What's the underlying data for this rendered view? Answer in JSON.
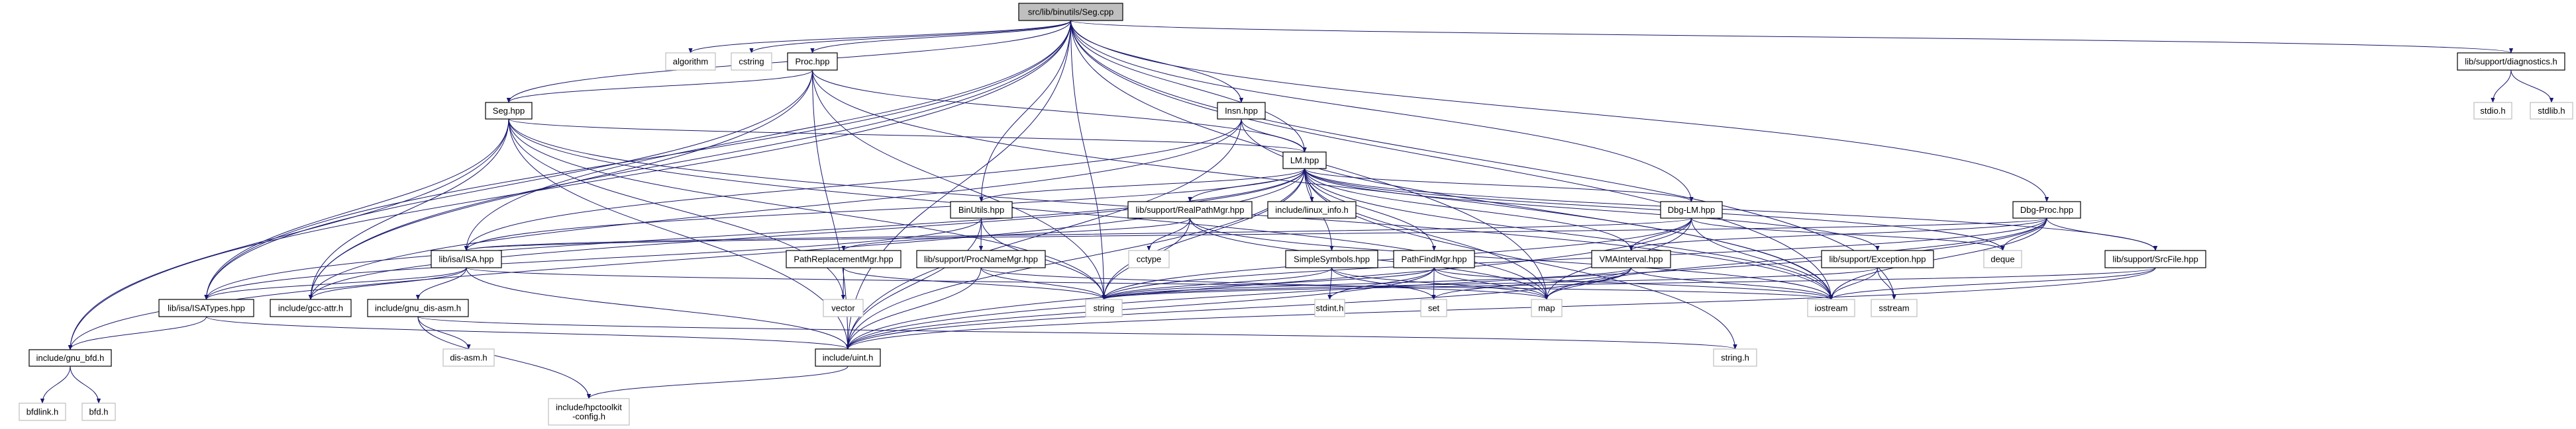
{
  "diagram": {
    "type": "include-dependency-graph",
    "colors": {
      "edge": "#191970",
      "root_fill": "#bfbfbf",
      "node_border": "#000000",
      "external_border": "#bfbfbf"
    },
    "nodes": [
      {
        "id": "seg_cpp",
        "label": "src/lib/binutils/Seg.cpp",
        "kind": "root"
      },
      {
        "id": "algorithm",
        "label": "algorithm",
        "kind": "external"
      },
      {
        "id": "cstring",
        "label": "cstring",
        "kind": "external"
      },
      {
        "id": "proc_hpp",
        "label": "Proc.hpp",
        "kind": "local"
      },
      {
        "id": "seg_hpp",
        "label": "Seg.hpp",
        "kind": "local"
      },
      {
        "id": "insn_hpp",
        "label": "Insn.hpp",
        "kind": "local"
      },
      {
        "id": "lm_hpp",
        "label": "LM.hpp",
        "kind": "local"
      },
      {
        "id": "diagnostics_h",
        "label": "lib/support/diagnostics.h",
        "kind": "local"
      },
      {
        "id": "stdio_h",
        "label": "stdio.h",
        "kind": "external"
      },
      {
        "id": "stdlib_h",
        "label": "stdlib.h",
        "kind": "external"
      },
      {
        "id": "binutils_hpp",
        "label": "BinUtils.hpp",
        "kind": "local"
      },
      {
        "id": "realpathmgr",
        "label": "lib/support/RealPathMgr.hpp",
        "kind": "local"
      },
      {
        "id": "linux_info",
        "label": "include/linux_info.h",
        "kind": "local"
      },
      {
        "id": "dbg_lm",
        "label": "Dbg-LM.hpp",
        "kind": "local"
      },
      {
        "id": "dbg_proc",
        "label": "Dbg-Proc.hpp",
        "kind": "local"
      },
      {
        "id": "isa_hpp",
        "label": "lib/isa/ISA.hpp",
        "kind": "local"
      },
      {
        "id": "pathreplmgr",
        "label": "PathReplacementMgr.hpp",
        "kind": "local"
      },
      {
        "id": "procnamemgr",
        "label": "lib/support/ProcNameMgr.hpp",
        "kind": "local"
      },
      {
        "id": "cctype",
        "label": "cctype",
        "kind": "external"
      },
      {
        "id": "simplesymbols",
        "label": "SimpleSymbols.hpp",
        "kind": "local"
      },
      {
        "id": "pathfindmgr",
        "label": "PathFindMgr.hpp",
        "kind": "local"
      },
      {
        "id": "vmainterval",
        "label": "VMAInterval.hpp",
        "kind": "local"
      },
      {
        "id": "exception_hpp",
        "label": "lib/support/Exception.hpp",
        "kind": "local"
      },
      {
        "id": "deque",
        "label": "deque",
        "kind": "external"
      },
      {
        "id": "srcfile",
        "label": "lib/support/SrcFile.hpp",
        "kind": "local"
      },
      {
        "id": "isatypes",
        "label": "lib/isa/ISATypes.hpp",
        "kind": "local"
      },
      {
        "id": "gcc_attr",
        "label": "include/gcc-attr.h",
        "kind": "local"
      },
      {
        "id": "gnu_dis_asm",
        "label": "include/gnu_dis-asm.h",
        "kind": "local"
      },
      {
        "id": "vector",
        "label": "vector",
        "kind": "external"
      },
      {
        "id": "string",
        "label": "string",
        "kind": "external"
      },
      {
        "id": "stdint_h",
        "label": "stdint.h",
        "kind": "external"
      },
      {
        "id": "set",
        "label": "set",
        "kind": "external"
      },
      {
        "id": "map",
        "label": "map",
        "kind": "external"
      },
      {
        "id": "iostream",
        "label": "iostream",
        "kind": "external"
      },
      {
        "id": "sstream",
        "label": "sstream",
        "kind": "external"
      },
      {
        "id": "gnu_bfd",
        "label": "include/gnu_bfd.h",
        "kind": "local"
      },
      {
        "id": "dis_asm_h",
        "label": "dis-asm.h",
        "kind": "external"
      },
      {
        "id": "uint_h",
        "label": "include/uint.h",
        "kind": "local"
      },
      {
        "id": "string_h",
        "label": "string.h",
        "kind": "external"
      },
      {
        "id": "bfdlink_h",
        "label": "bfdlink.h",
        "kind": "external"
      },
      {
        "id": "bfd_h",
        "label": "bfd.h",
        "kind": "external"
      },
      {
        "id": "hpctoolkit_config",
        "label": "include/hpctoolkit-config.h",
        "label_lines": [
          "include/hpctoolkit",
          "-config.h"
        ],
        "kind": "external"
      }
    ],
    "edges": [
      [
        "seg_cpp",
        "algorithm"
      ],
      [
        "seg_cpp",
        "cstring"
      ],
      [
        "seg_cpp",
        "proc_hpp"
      ],
      [
        "seg_cpp",
        "seg_hpp"
      ],
      [
        "seg_cpp",
        "insn_hpp"
      ],
      [
        "seg_cpp",
        "lm_hpp"
      ],
      [
        "seg_cpp",
        "diagnostics_h"
      ],
      [
        "seg_cpp",
        "binutils_hpp"
      ],
      [
        "seg_cpp",
        "dbg_lm"
      ],
      [
        "seg_cpp",
        "dbg_proc"
      ],
      [
        "seg_cpp",
        "isa_hpp"
      ],
      [
        "seg_cpp",
        "isatypes"
      ],
      [
        "seg_cpp",
        "gcc_attr"
      ],
      [
        "seg_cpp",
        "string"
      ],
      [
        "seg_cpp",
        "map"
      ],
      [
        "seg_cpp",
        "iostream"
      ],
      [
        "seg_cpp",
        "sstream"
      ],
      [
        "seg_cpp",
        "gnu_bfd"
      ],
      [
        "seg_cpp",
        "uint_h"
      ],
      [
        "proc_hpp",
        "seg_hpp"
      ],
      [
        "proc_hpp",
        "lm_hpp"
      ],
      [
        "proc_hpp",
        "isatypes"
      ],
      [
        "proc_hpp",
        "gcc_attr"
      ],
      [
        "proc_hpp",
        "string"
      ],
      [
        "proc_hpp",
        "iostream"
      ],
      [
        "proc_hpp",
        "uint_h"
      ],
      [
        "seg_hpp",
        "lm_hpp"
      ],
      [
        "seg_hpp",
        "isatypes"
      ],
      [
        "seg_hpp",
        "gcc_attr"
      ],
      [
        "seg_hpp",
        "gnu_bfd"
      ],
      [
        "seg_hpp",
        "string"
      ],
      [
        "seg_hpp",
        "vector"
      ],
      [
        "seg_hpp",
        "uint_h"
      ],
      [
        "seg_hpp",
        "iostream"
      ],
      [
        "seg_hpp",
        "map"
      ],
      [
        "insn_hpp",
        "lm_hpp"
      ],
      [
        "insn_hpp",
        "isa_hpp"
      ],
      [
        "insn_hpp",
        "gcc_attr"
      ],
      [
        "insn_hpp",
        "iostream"
      ],
      [
        "insn_hpp",
        "uint_h"
      ],
      [
        "lm_hpp",
        "binutils_hpp"
      ],
      [
        "lm_hpp",
        "realpathmgr"
      ],
      [
        "lm_hpp",
        "linux_info"
      ],
      [
        "lm_hpp",
        "dbg_lm"
      ],
      [
        "lm_hpp",
        "isa_hpp"
      ],
      [
        "lm_hpp",
        "simplesymbols"
      ],
      [
        "lm_hpp",
        "pathfindmgr"
      ],
      [
        "lm_hpp",
        "vmainterval"
      ],
      [
        "lm_hpp",
        "exception_hpp"
      ],
      [
        "lm_hpp",
        "srcfile"
      ],
      [
        "lm_hpp",
        "deque"
      ],
      [
        "lm_hpp",
        "isatypes"
      ],
      [
        "lm_hpp",
        "gcc_attr"
      ],
      [
        "lm_hpp",
        "gnu_bfd"
      ],
      [
        "lm_hpp",
        "string"
      ],
      [
        "lm_hpp",
        "map"
      ],
      [
        "lm_hpp",
        "iostream"
      ],
      [
        "lm_hpp",
        "uint_h"
      ],
      [
        "lm_hpp",
        "string_h"
      ],
      [
        "diagnostics_h",
        "stdio_h"
      ],
      [
        "diagnostics_h",
        "stdlib_h"
      ],
      [
        "binutils_hpp",
        "procnamemgr"
      ],
      [
        "binutils_hpp",
        "isatypes"
      ],
      [
        "binutils_hpp",
        "uint_h"
      ],
      [
        "binutils_hpp",
        "string"
      ],
      [
        "realpathmgr",
        "pathreplmgr"
      ],
      [
        "realpathmgr",
        "cctype"
      ],
      [
        "realpathmgr",
        "string"
      ],
      [
        "realpathmgr",
        "map"
      ],
      [
        "realpathmgr",
        "iostream"
      ],
      [
        "dbg_lm",
        "vmainterval"
      ],
      [
        "dbg_lm",
        "isa_hpp"
      ],
      [
        "dbg_lm",
        "string"
      ],
      [
        "dbg_lm",
        "map"
      ],
      [
        "dbg_lm",
        "iostream"
      ],
      [
        "dbg_lm",
        "deque"
      ],
      [
        "dbg_lm",
        "uint_h"
      ],
      [
        "dbg_proc",
        "deque"
      ],
      [
        "dbg_proc",
        "srcfile"
      ],
      [
        "dbg_proc",
        "vmainterval"
      ],
      [
        "dbg_proc",
        "isa_hpp"
      ],
      [
        "dbg_proc",
        "string"
      ],
      [
        "dbg_proc",
        "map"
      ],
      [
        "dbg_proc",
        "iostream"
      ],
      [
        "dbg_proc",
        "uint_h"
      ],
      [
        "isa_hpp",
        "isatypes"
      ],
      [
        "isa_hpp",
        "gcc_attr"
      ],
      [
        "isa_hpp",
        "gnu_dis_asm"
      ],
      [
        "isa_hpp",
        "uint_h"
      ],
      [
        "isa_hpp",
        "iostream"
      ],
      [
        "pathreplmgr",
        "vector"
      ],
      [
        "pathreplmgr",
        "string"
      ],
      [
        "procnamemgr",
        "string"
      ],
      [
        "procnamemgr",
        "map"
      ],
      [
        "procnamemgr",
        "uint_h"
      ],
      [
        "simplesymbols",
        "stdint_h"
      ],
      [
        "simplesymbols",
        "set"
      ],
      [
        "simplesymbols",
        "string"
      ],
      [
        "simplesymbols",
        "map"
      ],
      [
        "pathfindmgr",
        "stdint_h"
      ],
      [
        "pathfindmgr",
        "set"
      ],
      [
        "pathfindmgr",
        "map"
      ],
      [
        "pathfindmgr",
        "string"
      ],
      [
        "pathfindmgr",
        "iostream"
      ],
      [
        "pathfindmgr",
        "uint_h"
      ],
      [
        "vmainterval",
        "map"
      ],
      [
        "vmainterval",
        "set"
      ],
      [
        "vmainterval",
        "string"
      ],
      [
        "vmainterval",
        "iostream"
      ],
      [
        "vmainterval",
        "uint_h"
      ],
      [
        "exception_hpp",
        "iostream"
      ],
      [
        "exception_hpp",
        "sstream"
      ],
      [
        "exception_hpp",
        "string"
      ],
      [
        "srcfile",
        "iostream"
      ],
      [
        "srcfile",
        "uint_h"
      ],
      [
        "srcfile",
        "string"
      ],
      [
        "isatypes",
        "gnu_bfd"
      ],
      [
        "isatypes",
        "uint_h"
      ],
      [
        "gnu_dis_asm",
        "dis_asm_h"
      ],
      [
        "gnu_dis_asm",
        "hpctoolkit_config"
      ],
      [
        "gnu_dis_asm",
        "string_h"
      ],
      [
        "gnu_bfd",
        "bfdlink_h"
      ],
      [
        "gnu_bfd",
        "bfd_h"
      ],
      [
        "uint_h",
        "hpctoolkit_config"
      ]
    ]
  }
}
